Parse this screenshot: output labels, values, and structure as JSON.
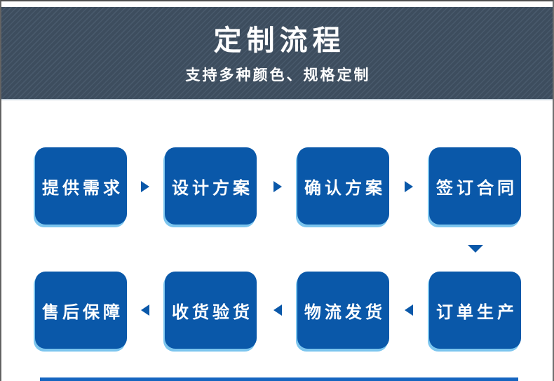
{
  "header": {
    "title": "定制流程",
    "subtitle": "支持多种颜色、规格定制"
  },
  "flow": {
    "row1": [
      "提供需求",
      "设计方案",
      "确认方案",
      "签订合同"
    ],
    "row2": [
      "售后保障",
      "收货验货",
      "物流发货",
      "订单生产"
    ],
    "arrows": [
      "arrow-right-icon",
      "arrow-right-icon",
      "arrow-right-icon",
      "arrow-down-icon",
      "arrow-left-icon",
      "arrow-left-icon",
      "arrow-left-icon"
    ]
  },
  "colors": {
    "box_blue": "#0a58a9",
    "box_rim_light_blue": "#7cc5ee",
    "header_background": "#3d4d5e",
    "header_stripe": "#48596b",
    "header_bottom_edge": "#c7d3dd",
    "arrow_blue": "#0a58a9",
    "text_white": "#ffffff",
    "bottom_bar_blue": "#1565c0",
    "page_border_gray": "#636363"
  }
}
